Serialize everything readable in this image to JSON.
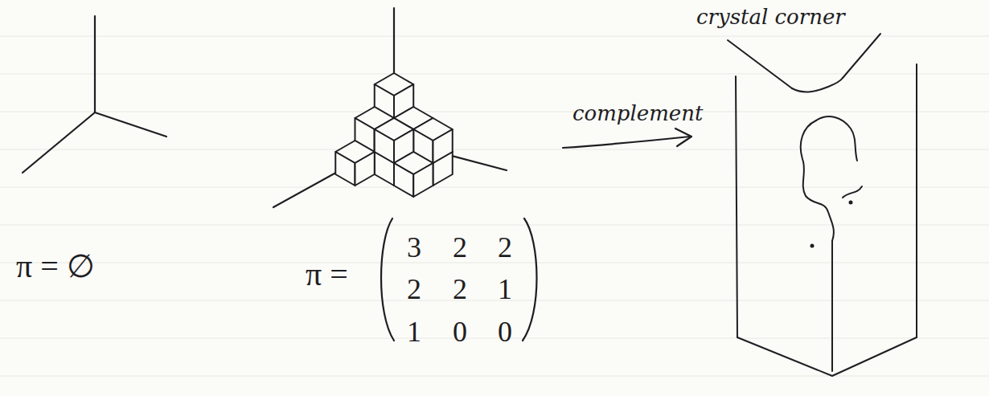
{
  "diagram": {
    "labels": [
      "π = ∅",
      "π =",
      "3",
      "2",
      "2",
      "2",
      "2",
      "1",
      "1",
      "0",
      "0",
      "complement",
      "crystal corner"
    ]
  }
}
